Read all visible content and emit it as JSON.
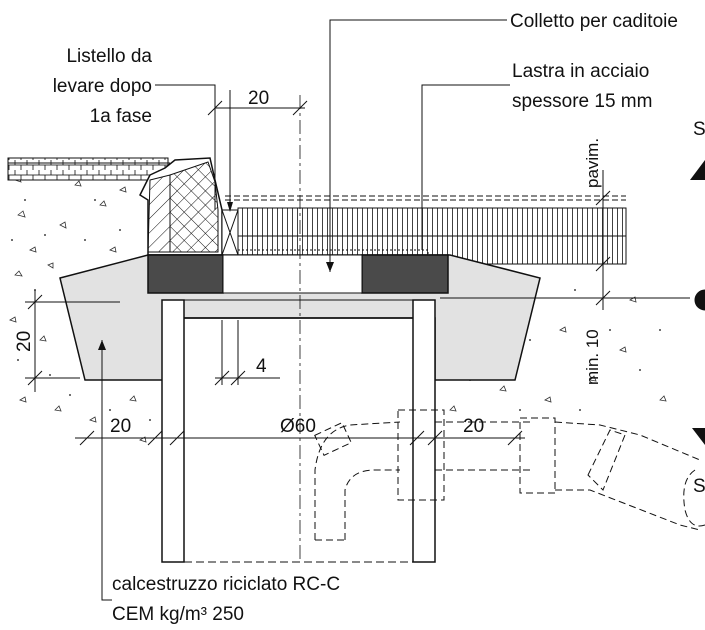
{
  "labels": {
    "colletto": "Colletto per caditoie",
    "listello_1": "Listello da",
    "listello_2": "levare dopo",
    "listello_3": "1a fase",
    "lastra_1": "Lastra in acciaio",
    "lastra_2": "spessore 15 mm",
    "pavim": "pavim.",
    "calcestruzzo_1": "calcestruzzo riciclato RC-C",
    "calcestruzzo_2": "CEM kg/m³ 250",
    "edge_s_top": "S",
    "edge_s_bottom": "S"
  },
  "dimensions": {
    "top_width": "20",
    "left_height": "20",
    "gap": "4",
    "bottom_left": "20",
    "diameter": "Ø60",
    "bottom_right": "20",
    "min_thickness": "min. 10"
  },
  "colors": {
    "line": "#111111",
    "concrete_fill": "#e2e2e2",
    "dark_block": "#4a4a4a"
  }
}
